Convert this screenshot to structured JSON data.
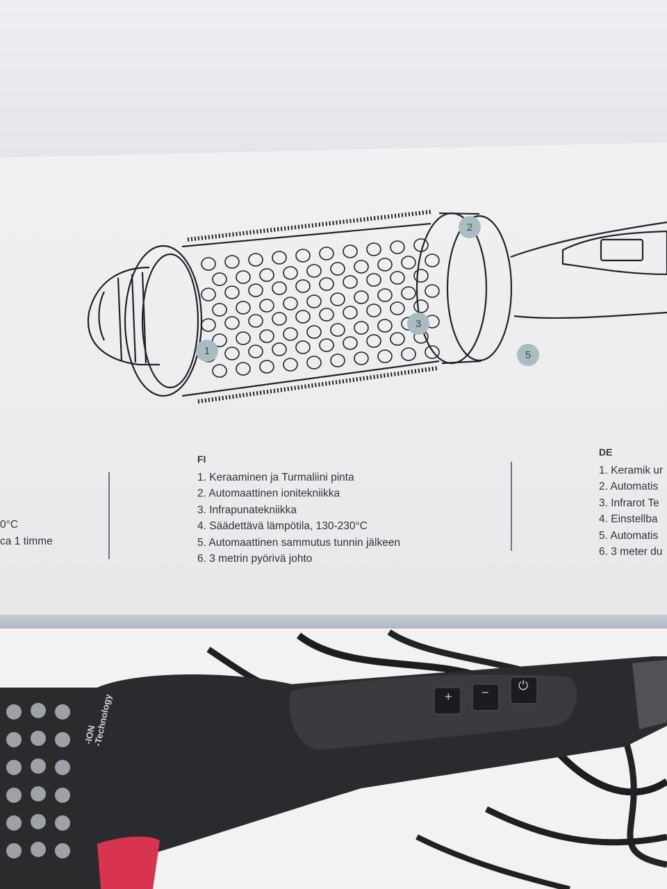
{
  "callouts": [
    "1",
    "2",
    "3",
    "5"
  ],
  "left_column": {
    "lines": [
      "0°C",
      "ca 1 timme"
    ]
  },
  "fi_column": {
    "heading": "FI",
    "items": [
      "1.  Keraaminen ja Turmaliini pinta",
      "2. Automaattinen ionitekniikka",
      "3. Infrapunatekniikka",
      "4. Säädettävä lämpötila, 130-230°C",
      "5. Automaattinen sammutus tunnin jälkeen",
      "6. 3 metrin pyörivä johto"
    ]
  },
  "de_column": {
    "heading": "DE",
    "items": [
      "1. Keramik ur",
      "2. Automatis",
      "3. Infrarot Te",
      "4. Einstellba",
      "5. Automatis",
      "6. 3 meter du"
    ]
  },
  "product": {
    "label_line1": "-ION",
    "label_line2": "-Technology",
    "buttons": [
      "+",
      "−",
      "⏻"
    ]
  },
  "colors": {
    "callout": "#a9bcc2",
    "box": "#efeff1",
    "device": "#2a2b2e",
    "accent": "#d8344f"
  }
}
